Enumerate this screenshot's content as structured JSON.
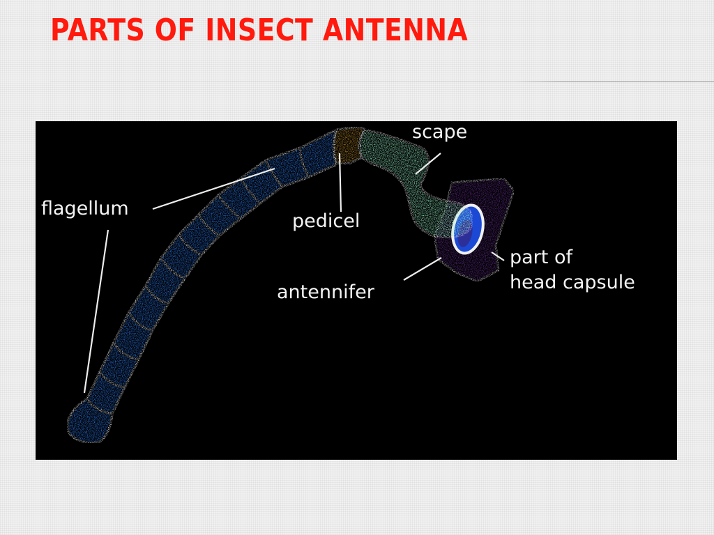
{
  "slide": {
    "title": "PARTS OF INSECT ANTENNA"
  },
  "diagram": {
    "labels": {
      "scape": "scape",
      "flagellum": "flagellum",
      "pedicel": "pedicel",
      "antennifer": "antennifer",
      "head_capsule_line1": "part of",
      "head_capsule_line2": "head capsule"
    },
    "colors": {
      "background": "#000000",
      "flagellum": "#2a74e4",
      "pedicel": "#b3862a",
      "scape": "#8fe8bf",
      "head_capsule": "#5b2a84",
      "antennifer": "#1b49d6",
      "outline": "#e6e6e6",
      "title": "#ff1a0d"
    }
  }
}
